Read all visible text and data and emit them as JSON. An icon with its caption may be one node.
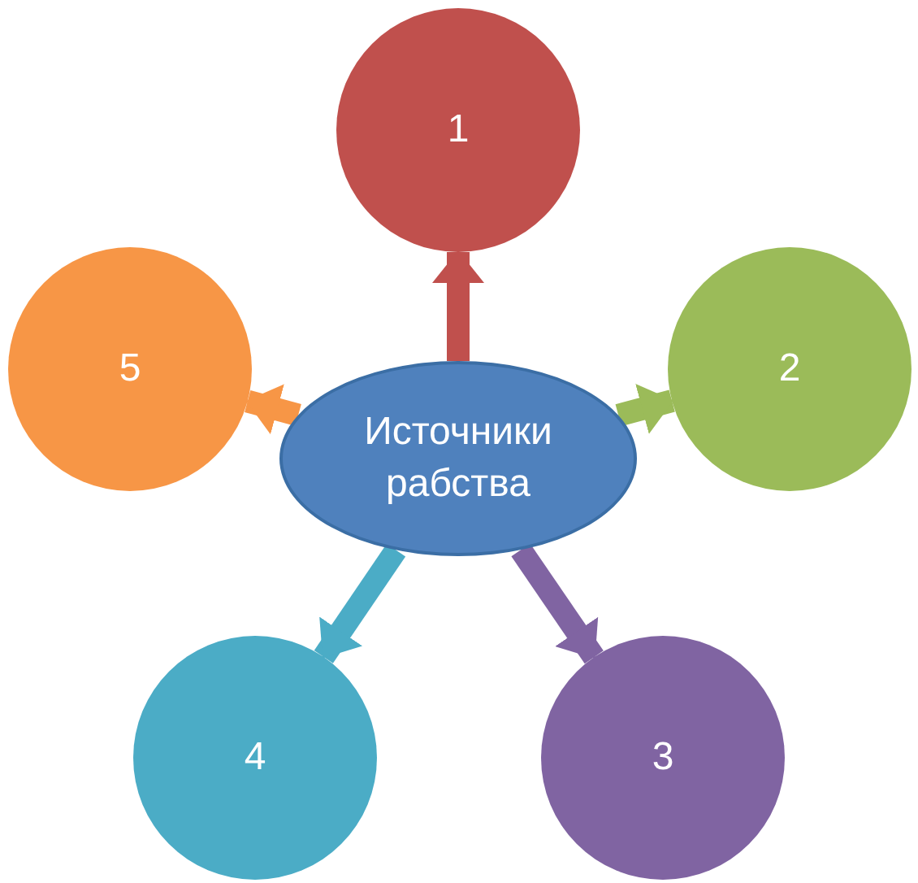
{
  "diagram": {
    "nodes": [
      {
        "text": [
          "Источники рабства"
        ]
      },
      {
        "text": [
          "1"
        ]
      },
      {
        "text": [
          "2"
        ]
      },
      {
        "text": [
          "3"
        ]
      },
      {
        "text": [
          "4"
        ]
      },
      {
        "text": [
          "5"
        ]
      }
    ],
    "edges": [
      {
        "from": 0,
        "to": 1,
        "arrow": "to",
        "color": "#c0504d"
      },
      {
        "from": 0,
        "to": 2,
        "arrow": "to",
        "color": "#9bbb59"
      },
      {
        "from": 0,
        "to": 3,
        "arrow": "to",
        "color": "#8064a2"
      },
      {
        "from": 0,
        "to": 4,
        "arrow": "to",
        "color": "#4bacc6"
      },
      {
        "from": 0,
        "to": 5,
        "arrow": "to",
        "color": "#f79646"
      }
    ]
  }
}
